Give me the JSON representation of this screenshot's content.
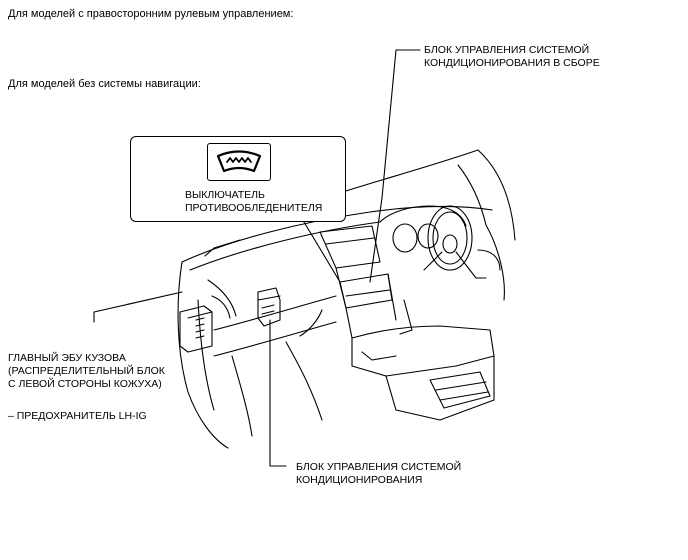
{
  "header": {
    "rhd_line": "Для моделей с правосторонним рулевым управлением:",
    "nonav_line": "Для моделей без системы навигации:"
  },
  "labels": {
    "ac_assembly": [
      "БЛОК УПРАВЛЕНИЯ СИСТЕМОЙ",
      "КОНДИЦИОНИРОВАНИЯ В СБОРЕ"
    ],
    "deicer_switch": [
      "ВЫКЛЮЧАТЕЛЬ",
      "ПРОТИВООБЛЕДЕНИТЕЛЯ"
    ],
    "main_body_ecu": [
      "ГЛАВНЫЙ ЭБУ КУЗОВА",
      "(РАСПРЕДЕЛИТЕЛЬНЫЙ БЛОК",
      "С ЛЕВОЙ СТОРОНЫ КОЖУХА)"
    ],
    "fuse": "– ПРЕДОХРАНИТЕЛЬ LH-IG",
    "ac_ecu": [
      "БЛОК УПРАВЛЕНИЯ СИСТЕМОЙ",
      "КОНДИЦИОНИРОВАНИЯ"
    ]
  },
  "icons": {
    "deicer": "windshield-deicer-icon"
  }
}
